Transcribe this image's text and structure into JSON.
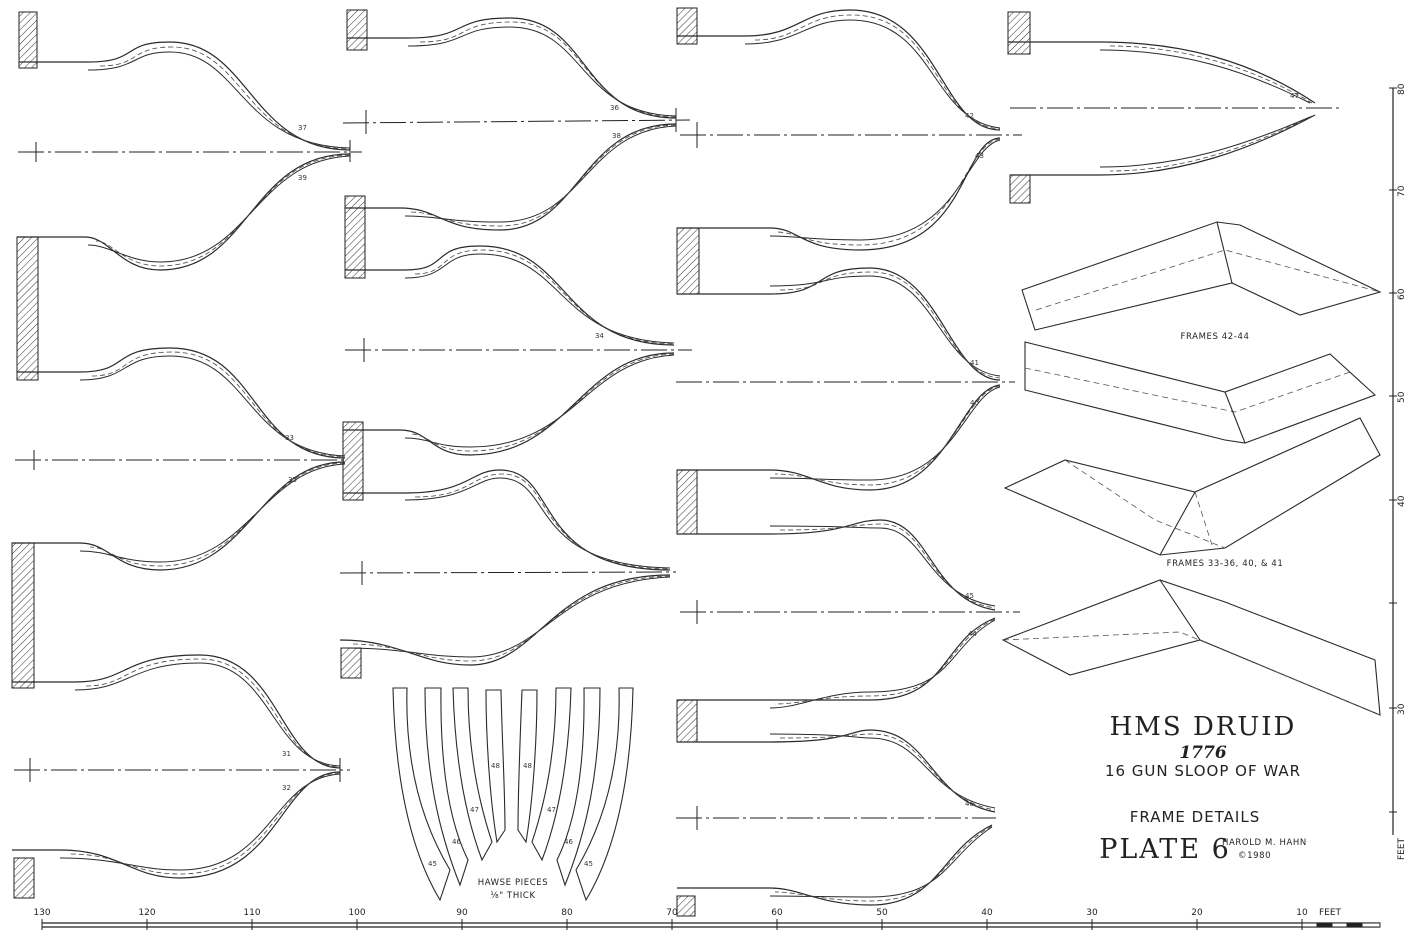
{
  "title_block": {
    "ship_name": "HMS DRUID",
    "year": "1776",
    "ship_type": "16 GUN SLOOP OF WAR",
    "subject": "FRAME DETAILS",
    "plate": "PLATE 6",
    "author": "HAROLD M. HAHN",
    "copyright": "©1980"
  },
  "labels": {
    "frames_42_44": "FRAMES 42-44",
    "frames_33_41": "FRAMES 33-36, 40, & 41",
    "hawse_pieces_line1": "HAWSE PIECES",
    "hawse_pieces_line2": "⅛\" THICK"
  },
  "bottom_scale": {
    "ticks": [
      "130",
      "120",
      "110",
      "100",
      "90",
      "80",
      "70",
      "60",
      "50",
      "40",
      "30",
      "20",
      "10"
    ],
    "unit": "FEET"
  },
  "side_scale": {
    "ticks": [
      "80",
      "70",
      "60",
      "50",
      "40",
      "30"
    ],
    "unit": "FEET"
  },
  "frame_numbers": [
    "37",
    "39",
    "36",
    "38",
    "33",
    "35",
    "34",
    "31",
    "32",
    "42",
    "43",
    "41",
    "40",
    "45",
    "44",
    "46",
    "47"
  ],
  "hawse_numbers": [
    "45",
    "46",
    "47",
    "48",
    "48",
    "47",
    "46",
    "45"
  ],
  "colors": {
    "ink": "#222222",
    "paper": "#ffffff"
  }
}
